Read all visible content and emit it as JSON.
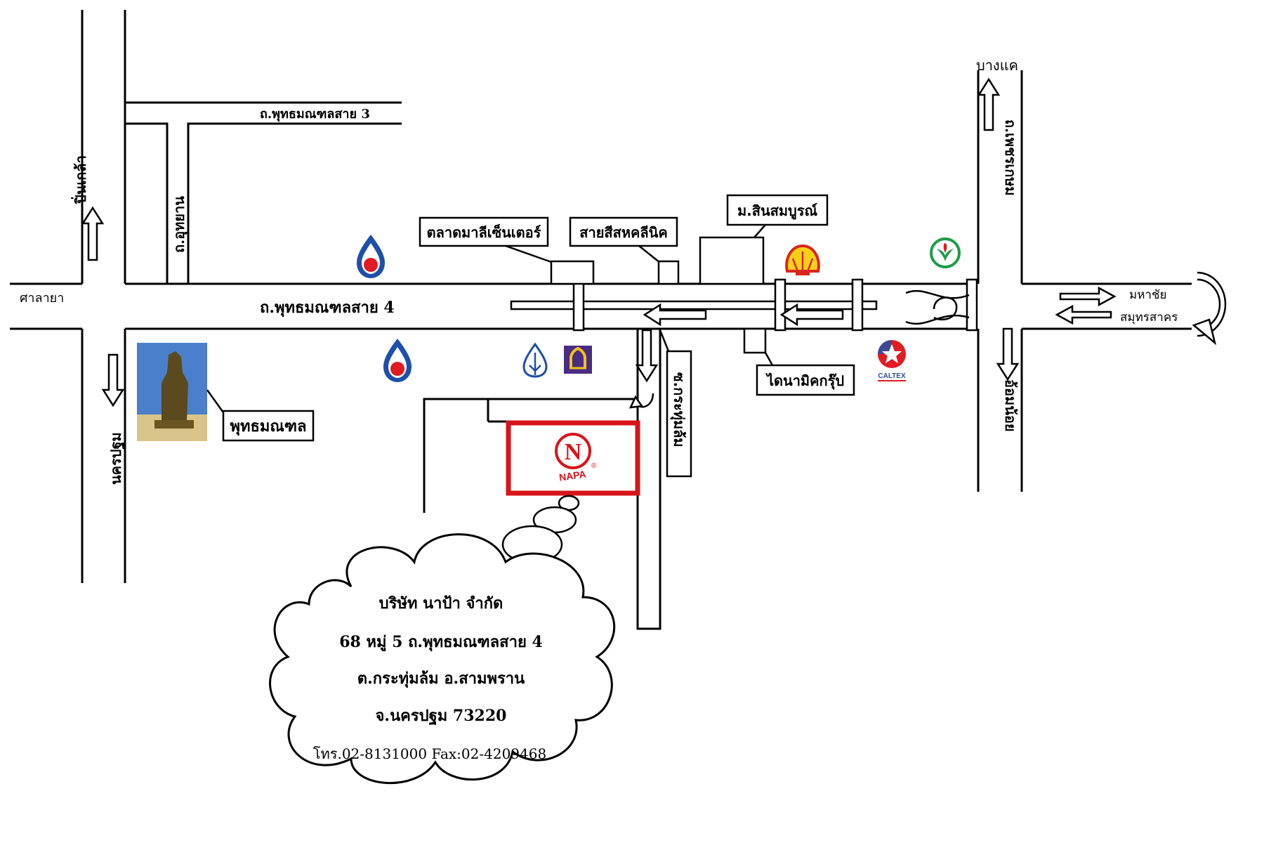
{
  "roads": {
    "phutthamonthon_sai_3": "ถ.พุทธมณฑลสาย 3",
    "phutthamonthon_sai_4": "ถ.พุทธมณฑลสาย 4",
    "uthayan": "ถ.อุทยาน",
    "phetkasem": "ถ.เพชรเกษม",
    "soi_krathum_lom": "ซ.กระทุ่มล้ม"
  },
  "directions": {
    "pinklao": "ปิ่นเกล้า",
    "sala_ya": "ศาลายา",
    "nakhon_pathom": "นครปฐม",
    "bang_khae": "บางแค",
    "om_noi": "อ้อมน้อย",
    "mahachai_line1": "มหาชัย",
    "mahachai_line2": "สมุทรสาคร"
  },
  "landmarks": {
    "phutthamonthon": "พุทธมณฑล",
    "talad_mali": "ตลาดมาลีเซ็นเตอร์",
    "saisi_clinic": "สายสีสหคลีนิค",
    "sinsombun": "ม.สินสมบูรณ์",
    "dynamic_group": "ไดนามิคกรุ๊ป"
  },
  "logos": {
    "caltex_text": "CALTEX",
    "napa_text": "NAPA",
    "napa_letter": "N",
    "registered": "®"
  },
  "company": {
    "name": "บริษัท นาป้า จำกัด",
    "address1": "68 หมู่ 5 ถ.พุทธมณฑลสาย 4",
    "address2": "ต.กระทุ่มล้ม อ.สามพราน",
    "address3": "จ.นครปฐม 73220",
    "contact": "โทร.02-8131000 Fax:02-4209468"
  },
  "colors": {
    "napa_red": "#d7141a",
    "ptt_blue": "#1f4fa8",
    "ptt_red": "#e01b22",
    "shell_yellow": "#f7d117",
    "shell_red": "#d9261c",
    "kbank_green": "#1c9c48",
    "scb_purple": "#4a2d83",
    "scb_gold": "#f2c21b",
    "caltex_red": "#e31b23",
    "caltex_blue": "#2d4fa0"
  },
  "icons": [
    "ptt-logo-icon",
    "shell-logo-icon",
    "kbank-logo-icon",
    "bangkok-bank-logo-icon",
    "scb-logo-icon",
    "caltex-logo-icon",
    "napa-logo-icon",
    "buddha-statue-image"
  ]
}
